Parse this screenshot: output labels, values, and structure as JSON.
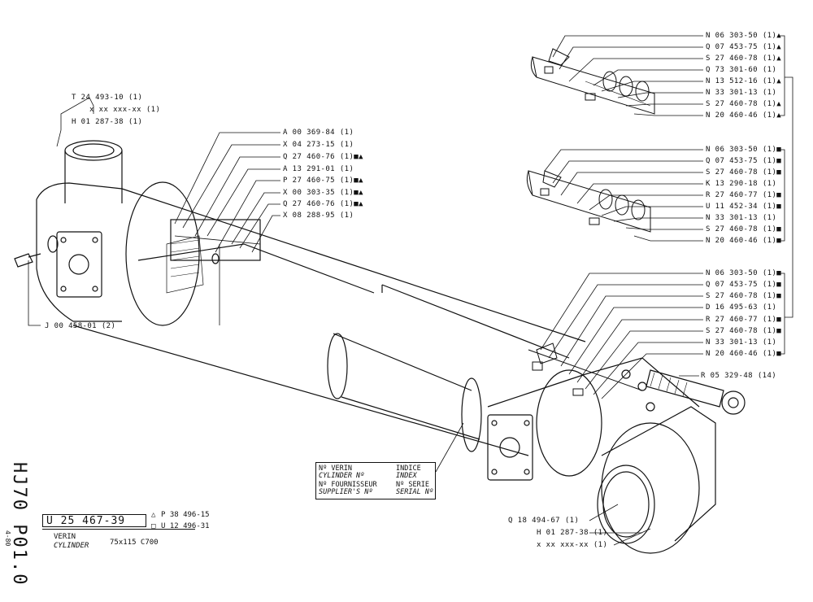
{
  "drawing": {
    "title_vertical": "HJ70 P01.0",
    "date_vertical": "4-80",
    "code": "U 25 467-39",
    "alt_code_1": "P 38 496-15",
    "alt_code_2": "U 12 496-31",
    "name_fr": "VERIN",
    "name_en": "CYLINDER",
    "dimensions": "75x115  C700"
  },
  "info_box": {
    "verin": "Nº VERIN",
    "cylinder": "CYLINDER Nº",
    "fournisseur": "Nº FOURNISSEUR",
    "supplier": "SUPPLIER'S Nº",
    "indice": "INDICE",
    "index": "INDEX",
    "serie": "Nº SERIE",
    "serial": "SERIAL Nº"
  },
  "labels_left": {
    "t24": "T 24 493-10 (1)",
    "xxx1": "x xx xxx-xx (1)",
    "h01a": "H 01 287-38 (1)",
    "j00": "J  00 458-01 (2)"
  },
  "labels_middle": [
    "A 00 369-84 (1)",
    "X 04 273-15 (1)",
    "Q 27 460-76 (1)■▲",
    "A 13 291-01 (1)",
    "P 27 460-75 (1)■▲",
    "X 00 303-35 (1)■▲",
    "Q 27 460-76 (1)■▲",
    "X 08 288-95 (1)"
  ],
  "labels_group1": [
    "N 06 303-50 (1)▲",
    "Q 07 453-75 (1)▲",
    "S 27 460-78 (1)▲",
    "Q 73 301-60 (1)",
    "N 13 512-16 (1)▲",
    "N 33 301-13 (1)",
    "S 27 460-78 (1)▲",
    "N 20 460-46 (1)▲"
  ],
  "labels_group2": [
    "N 06 303-50 (1)■",
    "Q 07 453-75 (1)■",
    "S 27 460-78 (1)■",
    "K 13 290-18 (1)",
    "R 27 460-77 (1)■",
    "U 11 452-34 (1)■",
    "N 33 301-13 (1)",
    "S 27 460-78 (1)■",
    "N 20 460-46 (1)■"
  ],
  "labels_group3": [
    "N 06 303-50 (1)■",
    "Q 07 453-75 (1)■",
    "S 27 460-78 (1)■",
    "D 16 495-63 (1)",
    "R 27 460-77 (1)■",
    "S 27 460-78 (1)■",
    "N 33 301-13 (1)",
    "N 20 460-46 (1)■"
  ],
  "labels_right": {
    "r05": "R 05 329-48 (14)",
    "q18": "Q 18 494-67 (1)",
    "h01b": "H 01 287-38 (1)",
    "xxx2": "x xx xxx-xx (1)"
  }
}
